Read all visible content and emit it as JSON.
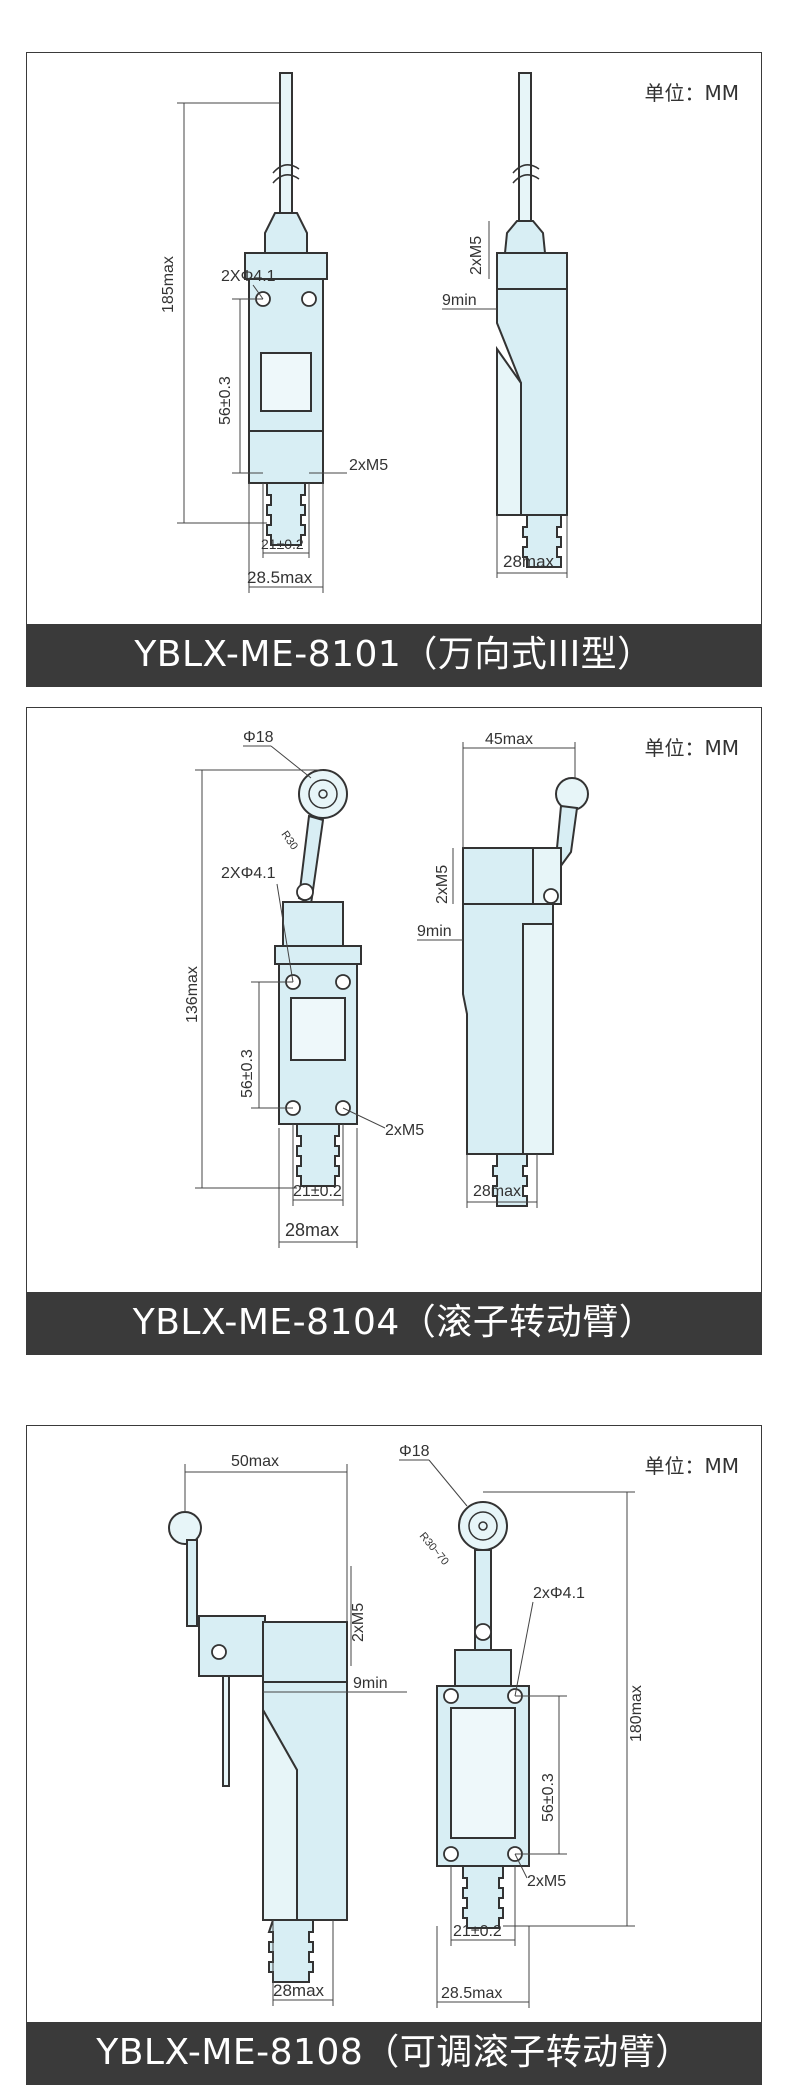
{
  "unit_label": "单位：MM",
  "panels": [
    {
      "caption": "YBLX-ME-8101（万向式III型）",
      "dims": {
        "height": "185max",
        "holes": "2XΦ4.1",
        "spacing": "56±0.3",
        "screws": "2xM5",
        "hole_pitch": "21±0.2",
        "width": "28.5max",
        "side_thread": "2xM5",
        "side_min": "9min",
        "side_width": "28max"
      }
    },
    {
      "caption": "YBLX-ME-8104（滚子转动臂）",
      "dims": {
        "roller": "Φ18",
        "radius": "R30",
        "holes": "2XΦ4.1",
        "height": "136max",
        "spacing": "56±0.3",
        "screws": "2xM5",
        "hole_pitch": "21±0.2",
        "width": "28max",
        "side_reach": "45max",
        "side_thread": "2xM5",
        "side_min": "9min",
        "side_width": "28max"
      }
    },
    {
      "caption": "YBLX-ME-8108（可调滚子转动臂）",
      "dims": {
        "side_reach": "50max",
        "side_thread": "2xM5",
        "side_min": "9min",
        "side_width": "28max",
        "roller": "Φ18",
        "radius": "R30~70",
        "holes": "2xΦ4.1",
        "height": "180max",
        "spacing": "56±0.3",
        "screws": "2xM5",
        "hole_pitch": "21±0.2",
        "width": "28.5max"
      }
    }
  ]
}
